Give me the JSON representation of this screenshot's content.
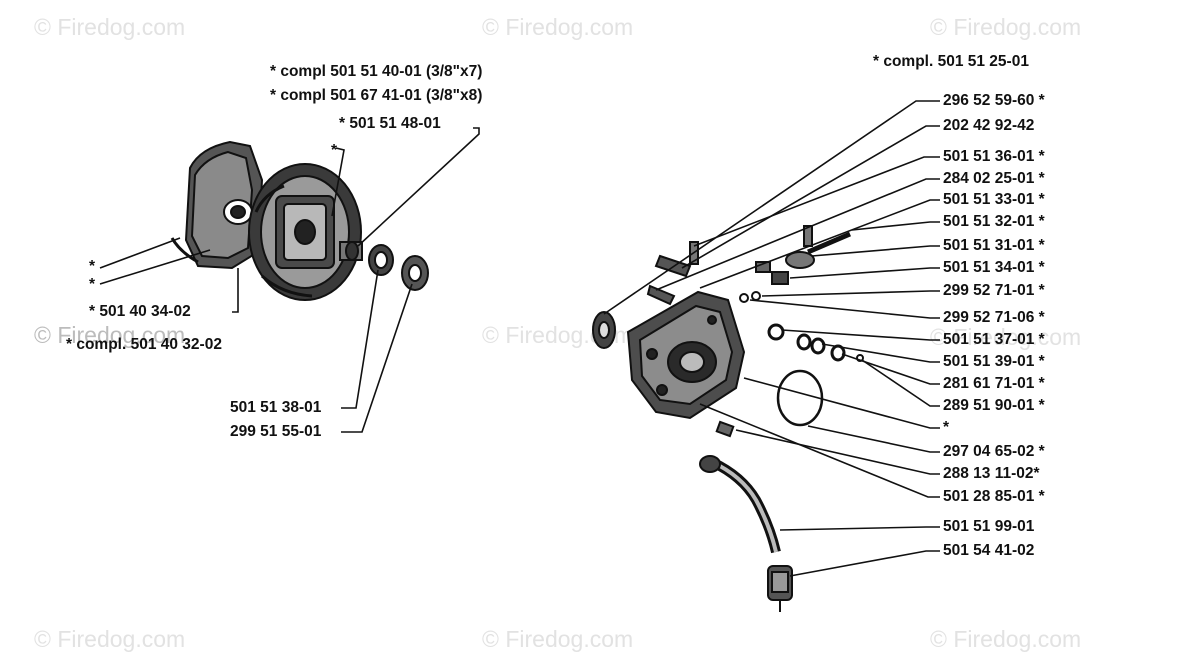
{
  "watermark": {
    "text": "© Firedog.com"
  },
  "clutch_group": {
    "labels": [
      "*  compl 501 51 40-01    (3/8\"x7)",
      "*  compl 501 67 41-01    (3/8\"x8)",
      "*  501 51 48-01",
      "*",
      "*",
      "*",
      "*  501 40 34-02",
      "*  compl.  501 40 32-02",
      "501 51 38-01",
      "299 51 55-01"
    ]
  },
  "oil_pump_group": {
    "header": "*  compl. 501 51 25-01",
    "parts": [
      "296 52 59-60  *",
      "202 42 92-42",
      "501 51 36-01  *",
      "284 02 25-01  *",
      "501 51 33-01  *",
      "501 51 32-01  *",
      "501 51 31-01  *",
      "501 51 34-01  *",
      "299 52 71-01  *",
      "299 52 71-06  *",
      "501 51 37-01  *",
      "501 51 39-01  *",
      "281 61 71-01  *",
      "289 51 90-01  *",
      "*",
      "297 04 65-02  *",
      "288 13 11-02*",
      "501 28 85-01  *",
      "501 51 99-01",
      "501 54 41-02"
    ]
  }
}
